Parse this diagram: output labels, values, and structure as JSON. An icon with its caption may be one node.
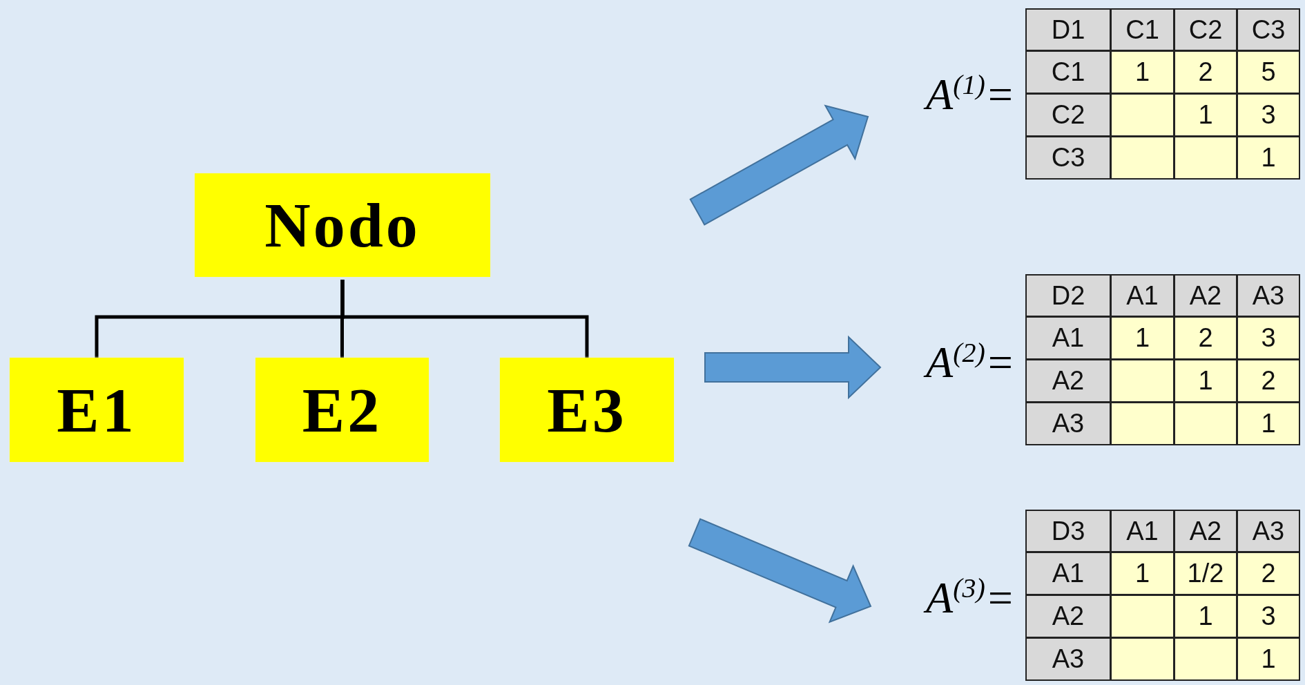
{
  "diagram": {
    "nodes": [
      {
        "text": [
          "Nodo"
        ]
      },
      {
        "text": [
          "E1"
        ]
      },
      {
        "text": [
          "E2"
        ]
      },
      {
        "text": [
          "E3"
        ]
      }
    ],
    "edges": [
      {
        "from": 0,
        "to": 1,
        "arrow": "none"
      },
      {
        "from": 0,
        "to": 2,
        "arrow": "none"
      },
      {
        "from": 0,
        "to": 3,
        "arrow": "none"
      }
    ],
    "labels": [
      "A$^{(1)}$=",
      "D1",
      "C1",
      "C2",
      "C3",
      "C1",
      "1",
      "2",
      "5",
      "C2",
      "1",
      "3",
      "C3",
      "1",
      "A$^{(2)}$=",
      "D2",
      "A1",
      "A2",
      "A3",
      "A1",
      "1",
      "2",
      "3",
      "A2",
      "1",
      "2",
      "A3",
      "1",
      "A$^{(3)}$=",
      "D3",
      "A1",
      "A2",
      "A3",
      "A1",
      "1",
      "1/2",
      "2",
      "A2",
      "1",
      "3",
      "A3",
      "1"
    ]
  }
}
